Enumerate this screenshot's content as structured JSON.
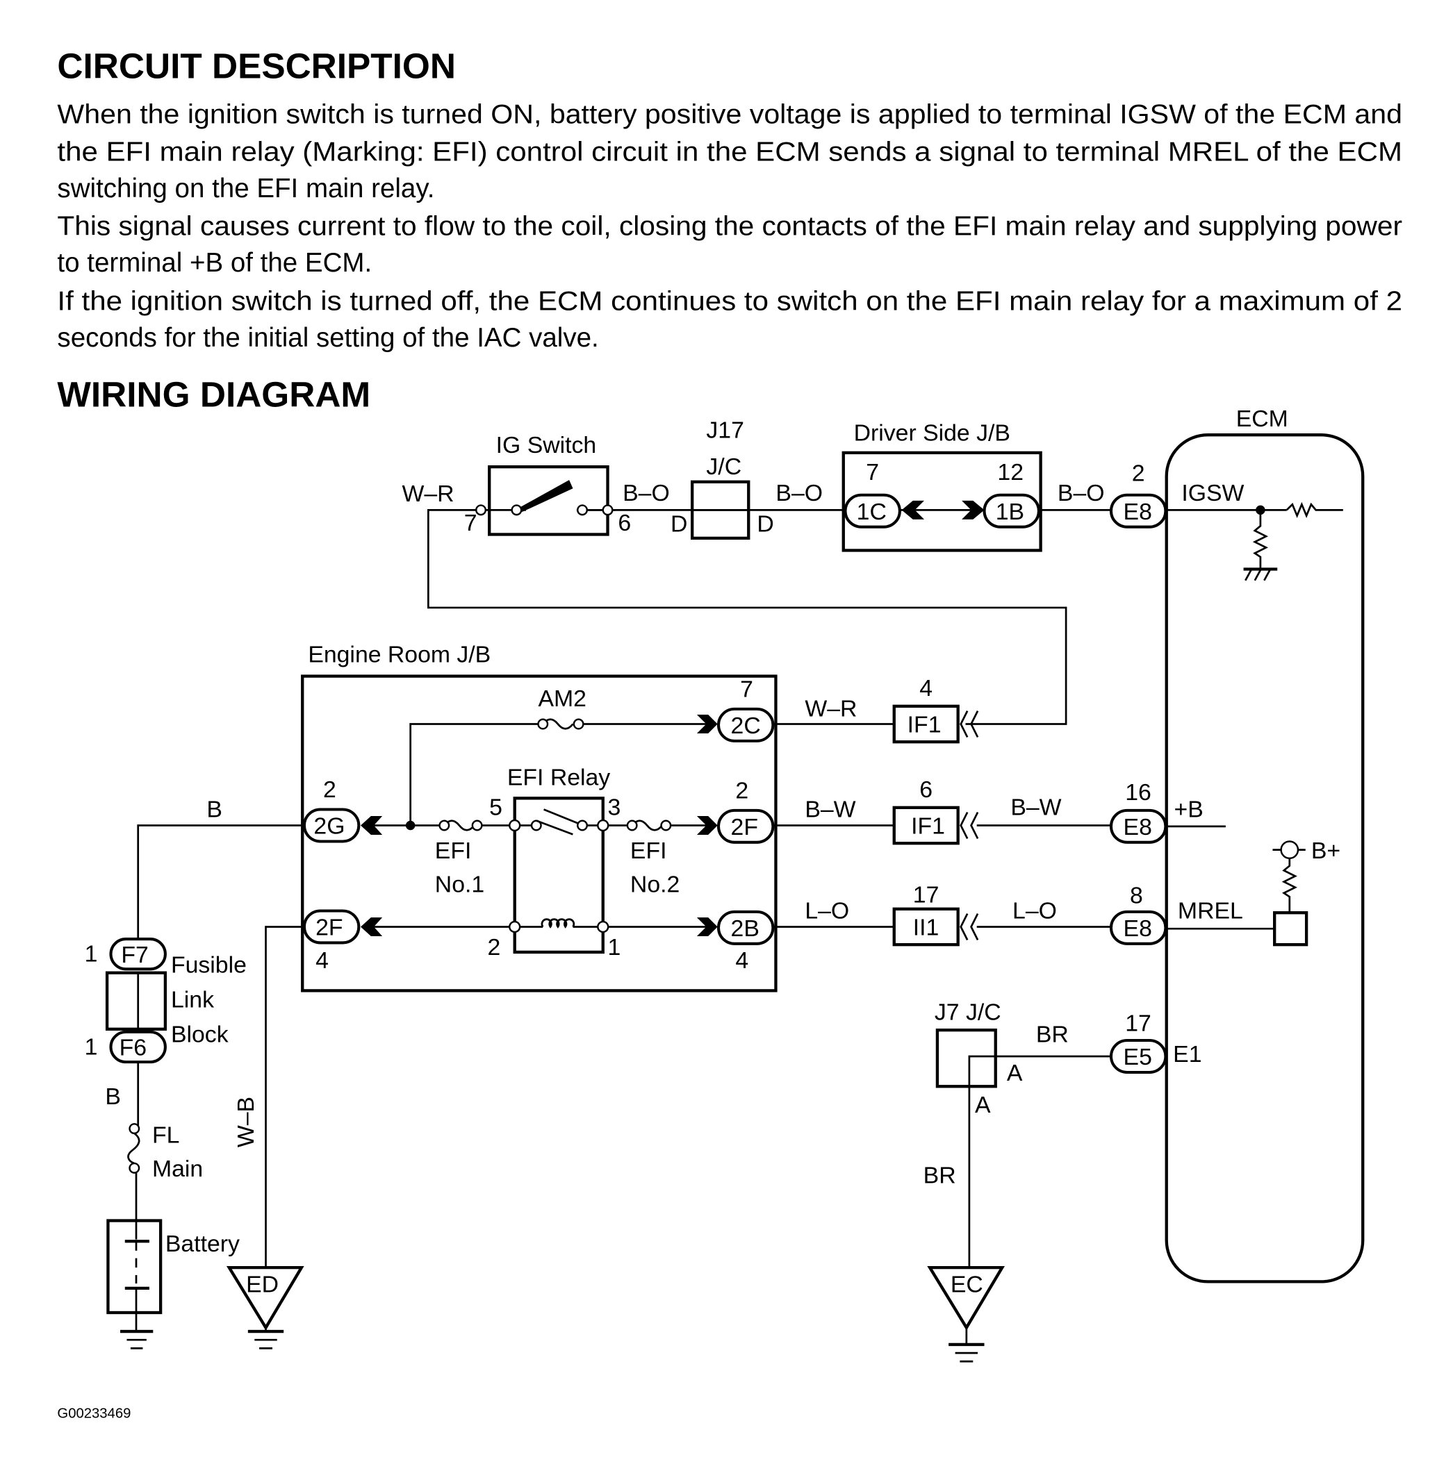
{
  "document": {
    "section1_title": "CIRCUIT DESCRIPTION",
    "paragraph_lines": [
      "When the ignition switch is turned ON, battery positive voltage is applied to terminal IGSW of the ECM and",
      "the EFI main relay (Marking: EFI) control circuit in the ECM sends a signal to terminal MREL of the ECM",
      "switching on the EFI main relay.",
      "This signal causes current to flow to the coil, closing the contacts of the EFI main relay and supplying power",
      "to terminal +B of the ECM.",
      "If the ignition switch is turned off, the ECM continues to switch on the EFI main relay for a maximum of 2",
      "seconds for the initial setting of the IAC valve."
    ],
    "section2_title": "WIRING DIAGRAM",
    "figure_id": "G00233469"
  },
  "diagram": {
    "components": {
      "ig_switch": "IG Switch",
      "j17_top": "J17",
      "j17_bottom": "J/C",
      "driver_jb": "Driver Side J/B",
      "ecm": "ECM",
      "engine_jb": "Engine Room J/B",
      "am2": "AM2",
      "efi_relay": "EFI Relay",
      "efi1_a": "EFI",
      "efi1_b": "No.1",
      "efi2_a": "EFI",
      "efi2_b": "No.2",
      "fusible_1": "Fusible",
      "fusible_2": "Link",
      "fusible_3": "Block",
      "fl_1": "FL",
      "fl_2": "Main",
      "battery": "Battery",
      "j7": "J7 J/C",
      "ground_ed": "ED",
      "ground_ec": "EC"
    },
    "wires": {
      "wr_top": "W–R",
      "bo_1": "B–O",
      "bo_2": "B–O",
      "bo_3": "B–O",
      "wr_mid": "W–R",
      "bw_1": "B–W",
      "bw_2": "B–W",
      "lo_1": "L–O",
      "lo_2": "L–O",
      "b_top": "B",
      "b_bottom": "B",
      "wb": "W–B",
      "br_1": "BR",
      "br_2": "BR"
    },
    "ecm_terminals": {
      "igsw": "IGSW",
      "plus_b": "+B",
      "mrel": "MREL",
      "e1": "E1",
      "bplus": "B+"
    },
    "connectors": {
      "ig_7": "7",
      "ig_6": "6",
      "j17_d_left": "D",
      "j17_d_right": "D",
      "c1c": "1C",
      "c1c_pin": "7",
      "c1b": "1B",
      "c1b_pin": "12",
      "e8_top": "E8",
      "e8_top_pin": "2",
      "c2c": "2C",
      "c2c_pin": "7",
      "c2g": "2G",
      "c2g_pin": "2",
      "c2f_right": "2F",
      "c2f_right_pin": "2",
      "c2f_left": "2F",
      "c2f_left_pin": "4",
      "c2b": "2B",
      "c2b_pin": "4",
      "relay_5": "5",
      "relay_3": "3",
      "relay_2": "2",
      "relay_1": "1",
      "if1_a": "IF1",
      "if1_a_pin": "4",
      "if1_b": "IF1",
      "if1_b_pin": "6",
      "ii1": "II1",
      "ii1_pin": "17",
      "e8_mid": "E8",
      "e8_mid_pin": "16",
      "e8_low": "E8",
      "e8_low_pin": "8",
      "e5": "E5",
      "e5_pin": "17",
      "f7": "F7",
      "f7_pin": "1",
      "f6": "F6",
      "f6_pin": "1",
      "j7_a1": "A",
      "j7_a2": "A"
    }
  }
}
